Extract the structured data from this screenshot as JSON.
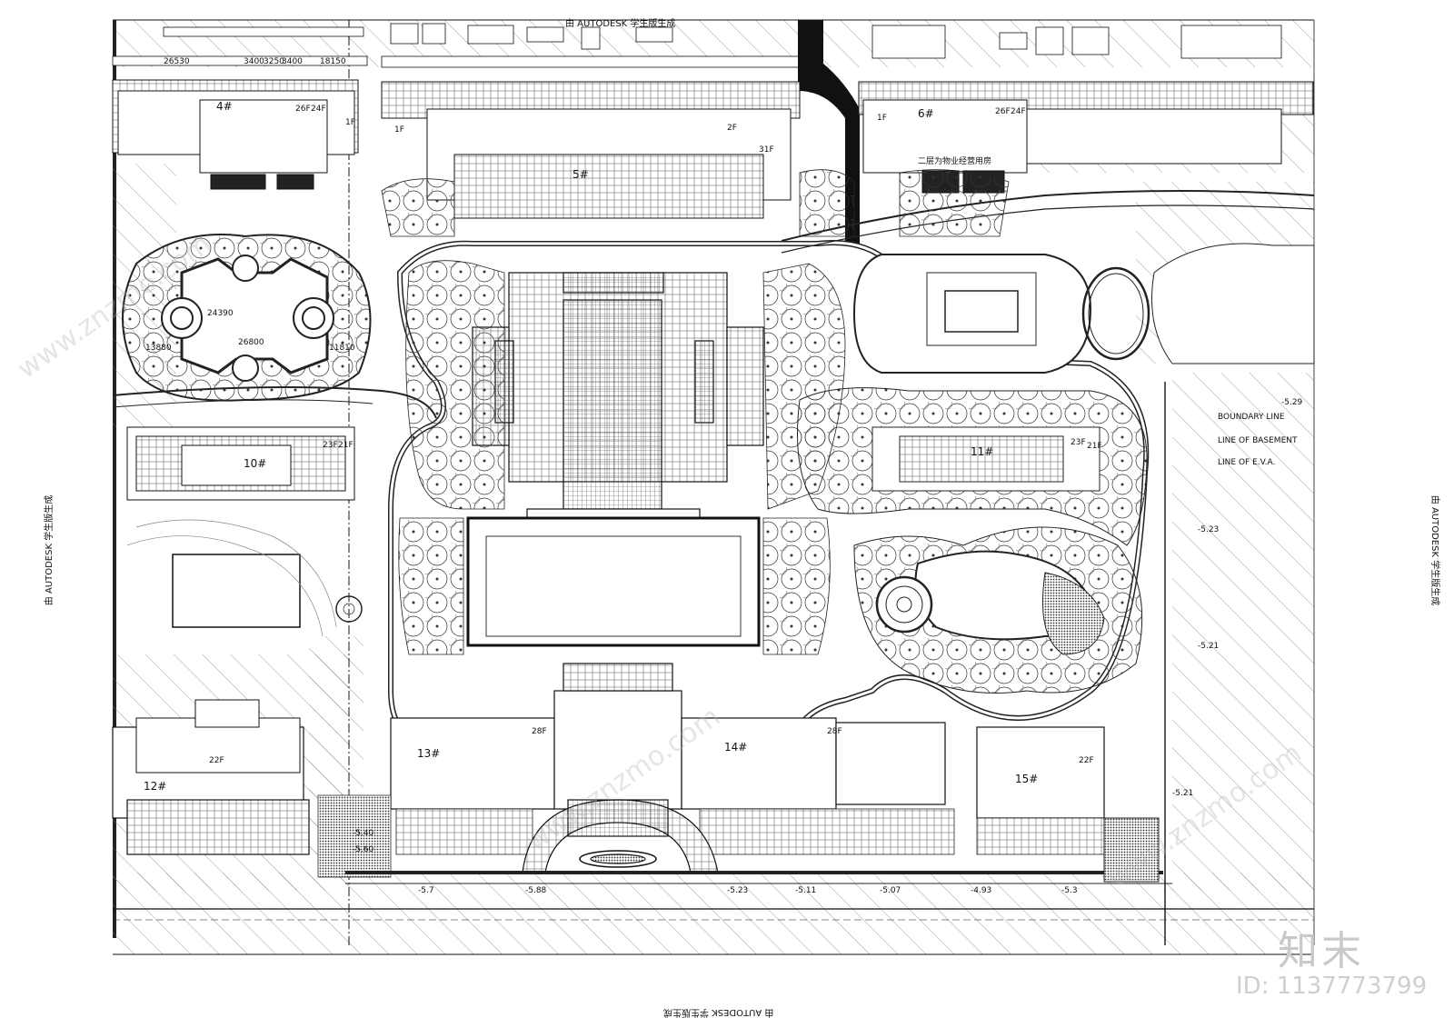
{
  "edge_labels": {
    "top": "由 AUTODESK 学生版生成",
    "bottom": "由 AUTODESK 学生版生成",
    "left": "由 AUTODESK 学生版生成",
    "right": "由 AUTODESK 学生版生成"
  },
  "watermark": {
    "brand": "知末",
    "id": "ID: 1137773799",
    "site": "www.znzmo.com"
  },
  "buildings": {
    "b4": "4#",
    "b5": "5#",
    "b6": "6#",
    "b10": "10#",
    "b11": "11#",
    "b12": "12#",
    "b13": "13#",
    "b14": "14#",
    "b15": "15#"
  },
  "floors": {
    "f26": "26F",
    "f24": "24F",
    "f1a": "1F",
    "f1b": "1F",
    "f1c": "1F",
    "f2": "2F",
    "f31": "31F",
    "f23a": "23F",
    "f21a": "21F",
    "f23b": "23F",
    "f21b": "21F",
    "f28a": "28F",
    "f28b": "28F",
    "f22a": "22F",
    "f22b": "22F",
    "f26b": "26F",
    "f24b": "24F"
  },
  "notes": {
    "second_floor": "二层为物业经营用房",
    "line_boundary": "BOUNDARY LINE",
    "line_basement": "LINE OF BASEMENT",
    "line_eva": "LINE OF E.V.A."
  },
  "dimensions": {
    "d1": "26530",
    "d2": "3400",
    "d3": "3250",
    "d4": "3400",
    "d5": "18150",
    "d6": "26800",
    "d7": "13880",
    "d8": "11810",
    "d9": "24390"
  },
  "elevations": {
    "e1": "-5.29",
    "e2": "-5.23",
    "e3": "-5.21",
    "e4": "-5.21",
    "e5": "-5.7",
    "e6": "-5.88",
    "e7": "-5.23",
    "e8": "-5.11",
    "e9": "-5.07",
    "e10": "-4.93",
    "e11": "-5.3",
    "e12": "-5.40",
    "e13": "-5.60"
  }
}
